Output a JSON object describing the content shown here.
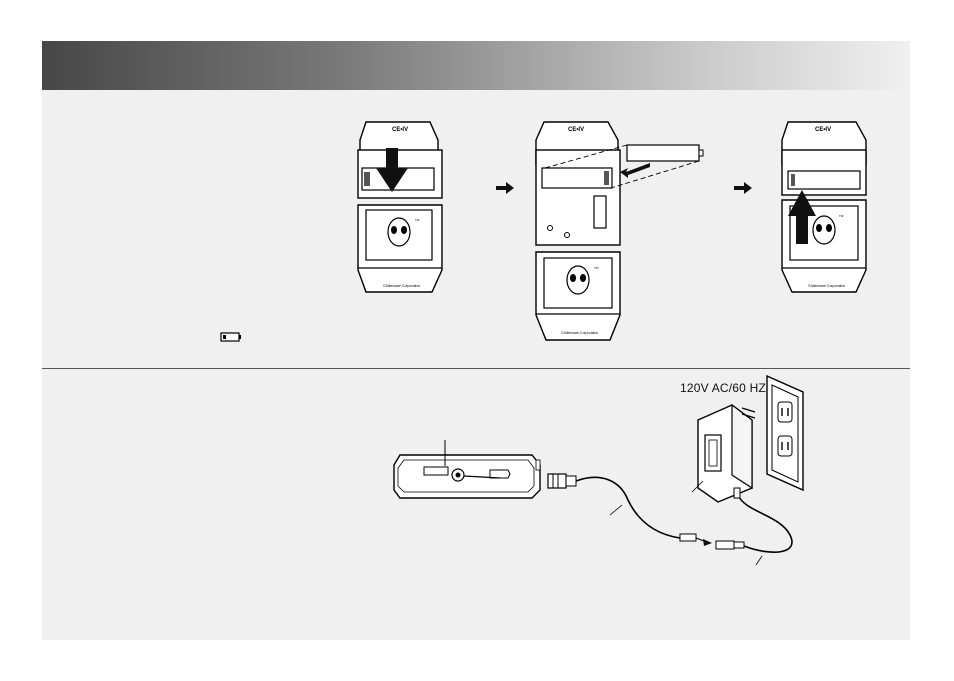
{
  "figure_battery": {
    "panel_brand": "CE•IV",
    "device_footer": "©Alienware Corporation",
    "logo_tm": "TM"
  },
  "figure_adapter": {
    "voltage_label": "120V AC/60 HZ"
  }
}
